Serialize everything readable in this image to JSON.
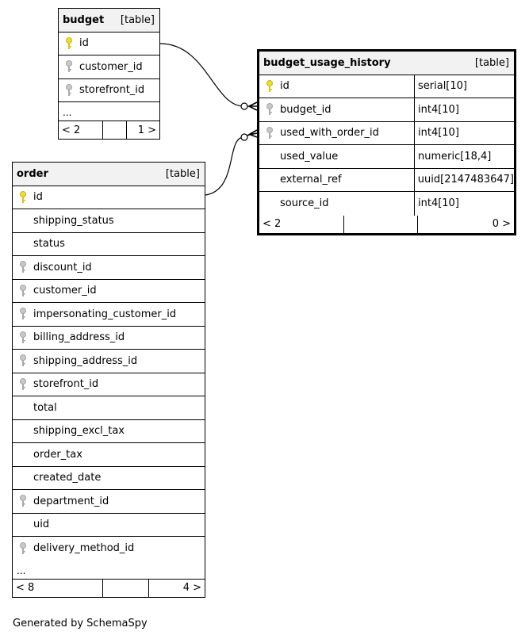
{
  "tables": {
    "budget": {
      "name": "budget",
      "kind": "[table]",
      "columns": [
        {
          "name": "id",
          "key": "primary"
        },
        {
          "name": "customer_id",
          "key": "foreign"
        },
        {
          "name": "storefront_id",
          "key": "foreign"
        }
      ],
      "more": "...",
      "footer": {
        "parents": "< 2",
        "children": "1 >"
      }
    },
    "order": {
      "name": "order",
      "kind": "[table]",
      "columns": [
        {
          "name": "id",
          "key": "primary"
        },
        {
          "name": "shipping_status",
          "key": "none"
        },
        {
          "name": "status",
          "key": "none"
        },
        {
          "name": "discount_id",
          "key": "foreign"
        },
        {
          "name": "customer_id",
          "key": "foreign"
        },
        {
          "name": "impersonating_customer_id",
          "key": "foreign"
        },
        {
          "name": "billing_address_id",
          "key": "foreign"
        },
        {
          "name": "shipping_address_id",
          "key": "foreign"
        },
        {
          "name": "storefront_id",
          "key": "foreign"
        },
        {
          "name": "total",
          "key": "none"
        },
        {
          "name": "shipping_excl_tax",
          "key": "none"
        },
        {
          "name": "order_tax",
          "key": "none"
        },
        {
          "name": "created_date",
          "key": "none"
        },
        {
          "name": "department_id",
          "key": "foreign"
        },
        {
          "name": "uid",
          "key": "none"
        },
        {
          "name": "delivery_method_id",
          "key": "foreign"
        }
      ],
      "more": "...",
      "footer": {
        "parents": "< 8",
        "children": "4 >"
      }
    },
    "budget_usage_history": {
      "name": "budget_usage_history",
      "kind": "[table]",
      "columns": [
        {
          "name": "id",
          "type": "serial[10]",
          "key": "primary"
        },
        {
          "name": "budget_id",
          "type": "int4[10]",
          "key": "foreign"
        },
        {
          "name": "used_with_order_id",
          "type": "int4[10]",
          "key": "foreign"
        },
        {
          "name": "used_value",
          "type": "numeric[18,4]",
          "key": "none"
        },
        {
          "name": "external_ref",
          "type": "uuid[2147483647]",
          "key": "none"
        },
        {
          "name": "source_id",
          "type": "int4[10]",
          "key": "none"
        }
      ],
      "footer": {
        "parents": "< 2",
        "children": "0 >"
      }
    }
  },
  "colors": {
    "primary_key": "#f0e020",
    "foreign_key": "#b0b0b0",
    "header_bg": "#f2f2f2"
  },
  "credit": "Generated by SchemaSpy"
}
